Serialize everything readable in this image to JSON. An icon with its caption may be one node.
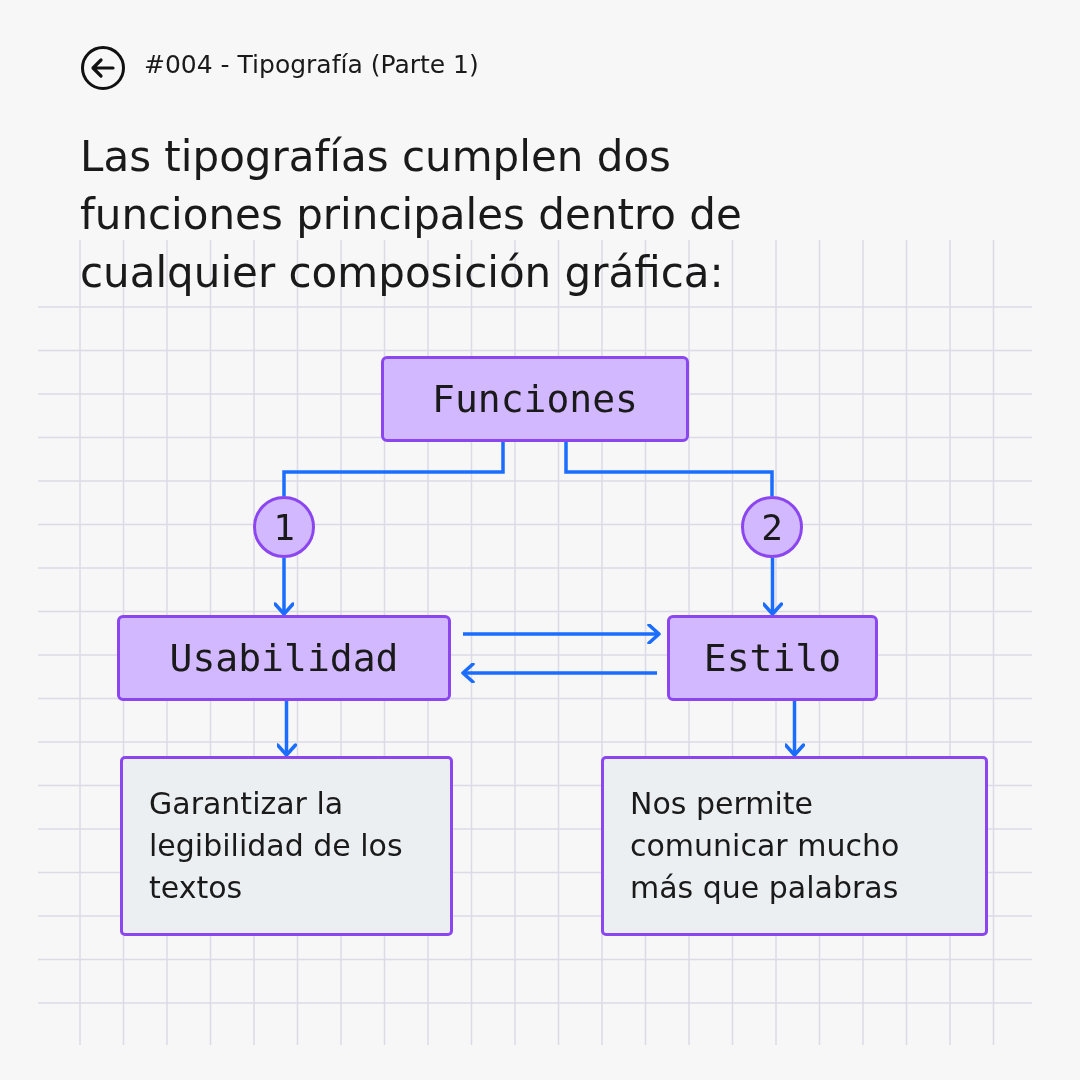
{
  "diagram": {
    "title": "Las tipografías cumplen dos funciones principales dentro de cualquier composición gráfica:",
    "nodes": [
      {
        "text": [
          "Funciones"
        ]
      },
      {
        "text": [
          "1"
        ]
      },
      {
        "text": [
          "2"
        ]
      },
      {
        "text": [
          "Usabilidad"
        ]
      },
      {
        "text": [
          "Estilo"
        ]
      },
      {
        "text": [
          "Garantizar la legibilidad de los textos"
        ]
      },
      {
        "text": [
          "Nos permite comunicar mucho más que palabras"
        ]
      }
    ],
    "edges": [
      {
        "from": 0,
        "to": 1,
        "arrow": "none"
      },
      {
        "from": 0,
        "to": 2,
        "arrow": "none"
      },
      {
        "from": 1,
        "to": 3,
        "arrow": "to"
      },
      {
        "from": 2,
        "to": 4,
        "arrow": "to"
      },
      {
        "from": 3,
        "to": 4,
        "arrow": "to"
      },
      {
        "from": 4,
        "to": 3,
        "arrow": "to"
      },
      {
        "from": 3,
        "to": 5,
        "arrow": "to"
      },
      {
        "from": 4,
        "to": 6,
        "arrow": "to"
      }
    ],
    "labels": [
      "#004 - Tipografía (Parte 1)"
    ]
  }
}
